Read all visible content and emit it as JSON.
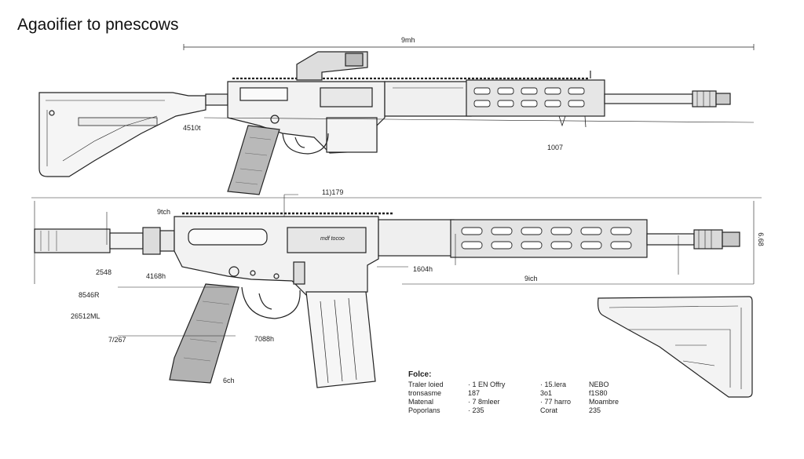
{
  "title": "Agaoifier to pnescows",
  "dimensions": {
    "top_overall": "9mh",
    "top_stock": "4510t",
    "top_rail": "1007",
    "mid_center": "11)179",
    "left_top": "9tch",
    "left_1": "2548",
    "left_2": "4168h",
    "left_3": "8546R",
    "left_4": "26512ML",
    "left_5": "7/267",
    "grip": "7088h",
    "grip_bottom": "6ch",
    "barrel_mid": "1604h",
    "handguard_span": "9ich",
    "right_vertical": "6.68",
    "receiver_mark": "mdf tocoo"
  },
  "legend": {
    "heading": "Folce:",
    "rows": [
      [
        "Traler loied",
        "· 1 EN Offry",
        "· 15.lera",
        "NEBO"
      ],
      [
        "tronsasme",
        "187",
        "3o1",
        "f1S80"
      ],
      [
        "Matenal",
        "· 7 8mleer",
        "· 77 harro",
        "Moambre"
      ],
      [
        "Poporlans",
        "· 235",
        "Corat",
        "235"
      ]
    ]
  }
}
